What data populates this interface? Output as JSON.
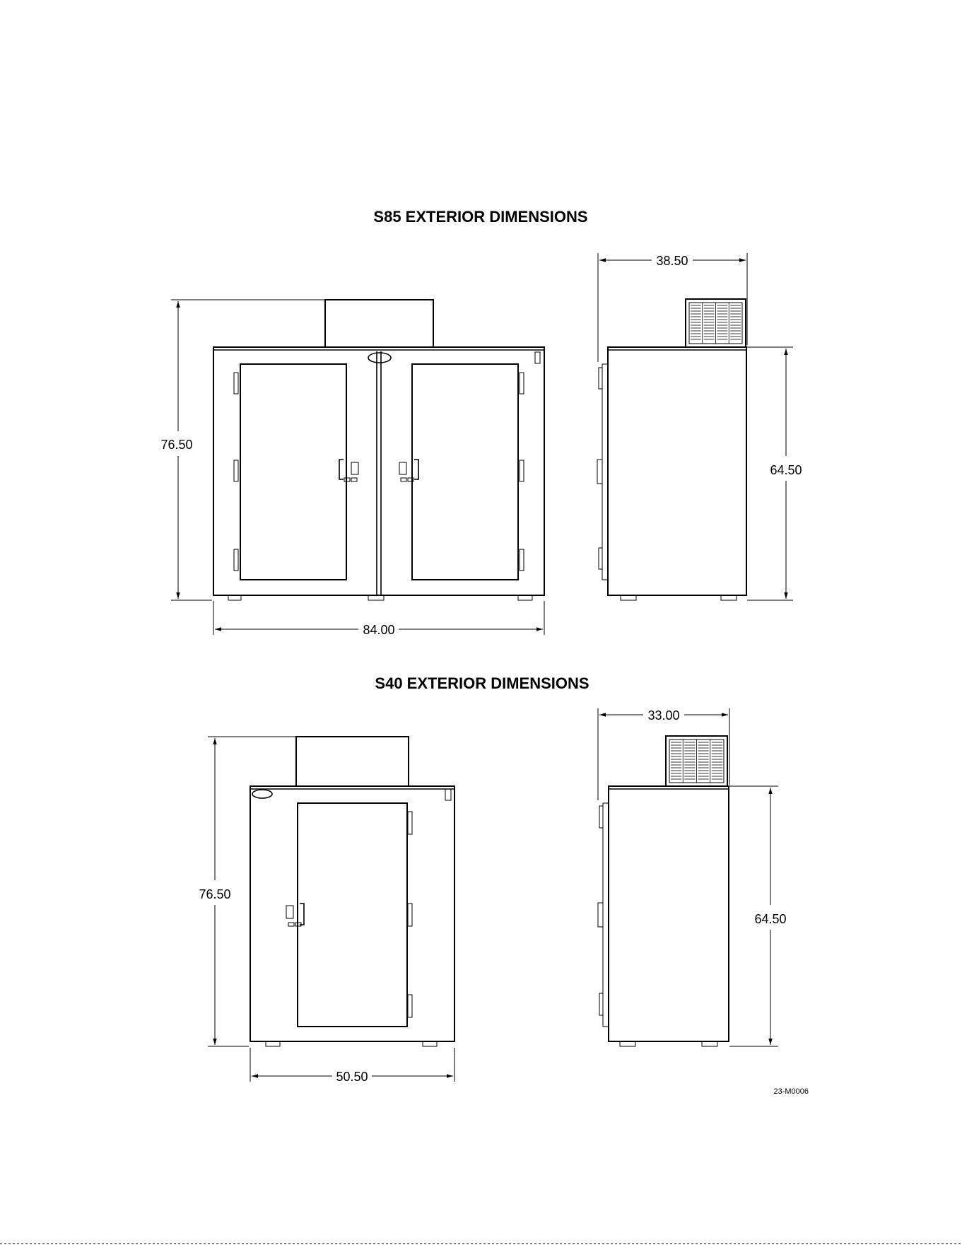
{
  "s85": {
    "title": "S85 EXTERIOR DIMENSIONS",
    "front": {
      "height": "76.50",
      "width": "84.00"
    },
    "side": {
      "depth": "38.50",
      "height": "64.50"
    }
  },
  "s40": {
    "title": "S40 EXTERIOR DIMENSIONS",
    "front": {
      "height": "76.50",
      "width": "50.50"
    },
    "side": {
      "depth": "33.00",
      "height": "64.50"
    }
  },
  "drawing_number": "23-M0006",
  "colors": {
    "line": "#000000",
    "background": "#ffffff"
  }
}
